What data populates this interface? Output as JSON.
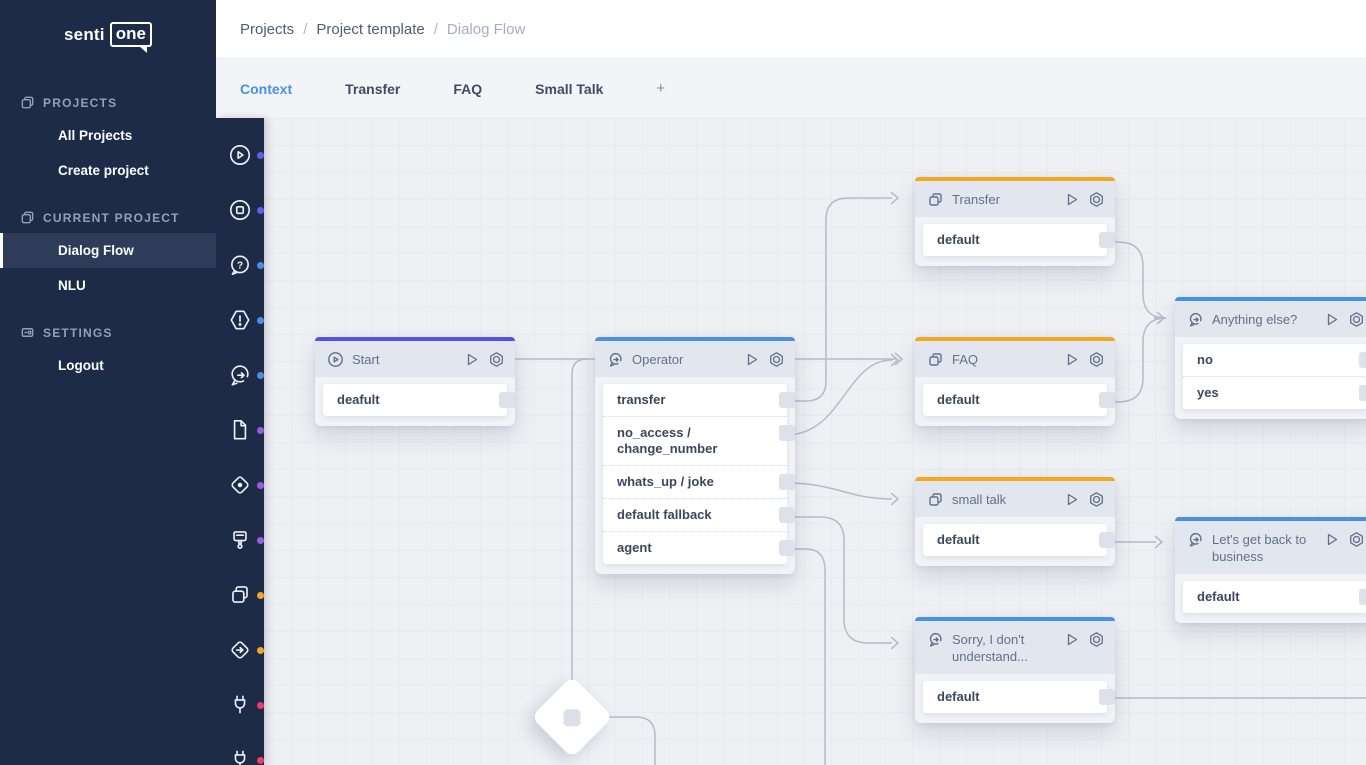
{
  "logo": {
    "senti": "senti",
    "one": "one"
  },
  "sidebar": {
    "sections": [
      {
        "label": "PROJECTS",
        "items": [
          {
            "label": "All Projects"
          },
          {
            "label": "Create project"
          }
        ]
      },
      {
        "label": "CURRENT PROJECT",
        "items": [
          {
            "label": "Dialog Flow",
            "active": true
          },
          {
            "label": "NLU"
          }
        ]
      },
      {
        "label": "SETTINGS",
        "items": [
          {
            "label": "Logout"
          }
        ]
      }
    ]
  },
  "breadcrumb": {
    "items": [
      "Projects",
      "Project template",
      "Dialog Flow"
    ],
    "separator": "/"
  },
  "tabs": [
    {
      "label": "Context",
      "active": true
    },
    {
      "label": "Transfer"
    },
    {
      "label": "FAQ"
    },
    {
      "label": "Small Talk"
    },
    {
      "label": "+"
    }
  ],
  "toolrail": {
    "tools": [
      {
        "name": "play",
        "dot_color": "#5d60e8"
      },
      {
        "name": "stop",
        "dot_color": "#5d60e8"
      },
      {
        "name": "question",
        "dot_color": "#4a90e2"
      },
      {
        "name": "warning",
        "dot_color": "#4a90e2"
      },
      {
        "name": "message",
        "dot_color": "#4a90e2"
      },
      {
        "name": "document",
        "dot_color": "#9a5ce4"
      },
      {
        "name": "decision",
        "dot_color": "#9a5ce4"
      },
      {
        "name": "stamp",
        "dot_color": "#9a5ce4"
      },
      {
        "name": "collection",
        "dot_color": "#f5a623"
      },
      {
        "name": "redirect",
        "dot_color": "#f5a623"
      },
      {
        "name": "plug",
        "dot_color": "#f23a6b"
      },
      {
        "name": "plug-2",
        "dot_color": "#f23a6b"
      }
    ]
  },
  "colors": {
    "accent_indigo": "#5552dd",
    "accent_blue": "#4a90e2",
    "accent_orange": "#f5a623",
    "wire": "#b6bbc9"
  },
  "flow": {
    "nodes": [
      {
        "title": "Start",
        "accent": "indigo",
        "icon": "play-circle",
        "rows": [
          "deafult"
        ]
      },
      {
        "title": "Operator",
        "accent": "blue",
        "icon": "chat",
        "rows": [
          "transfer",
          "no_access / change_number",
          "whats_up / joke",
          "default fallback",
          "agent"
        ]
      },
      {
        "title": "Transfer",
        "accent": "orange",
        "icon": "collection",
        "rows": [
          "default"
        ]
      },
      {
        "title": "FAQ",
        "accent": "orange",
        "icon": "collection",
        "rows": [
          "default"
        ]
      },
      {
        "title": "small talk",
        "accent": "orange",
        "icon": "collection",
        "rows": [
          "default"
        ]
      },
      {
        "title": "Sorry, I don't understand...",
        "accent": "blue",
        "icon": "chat",
        "rows": [
          "default"
        ]
      },
      {
        "title": "Anything else?",
        "accent": "blue",
        "icon": "chat",
        "rows": [
          "no",
          "yes"
        ]
      },
      {
        "title": "Let's get back to business",
        "accent": "blue",
        "icon": "chat",
        "rows": [
          "default"
        ]
      }
    ]
  }
}
